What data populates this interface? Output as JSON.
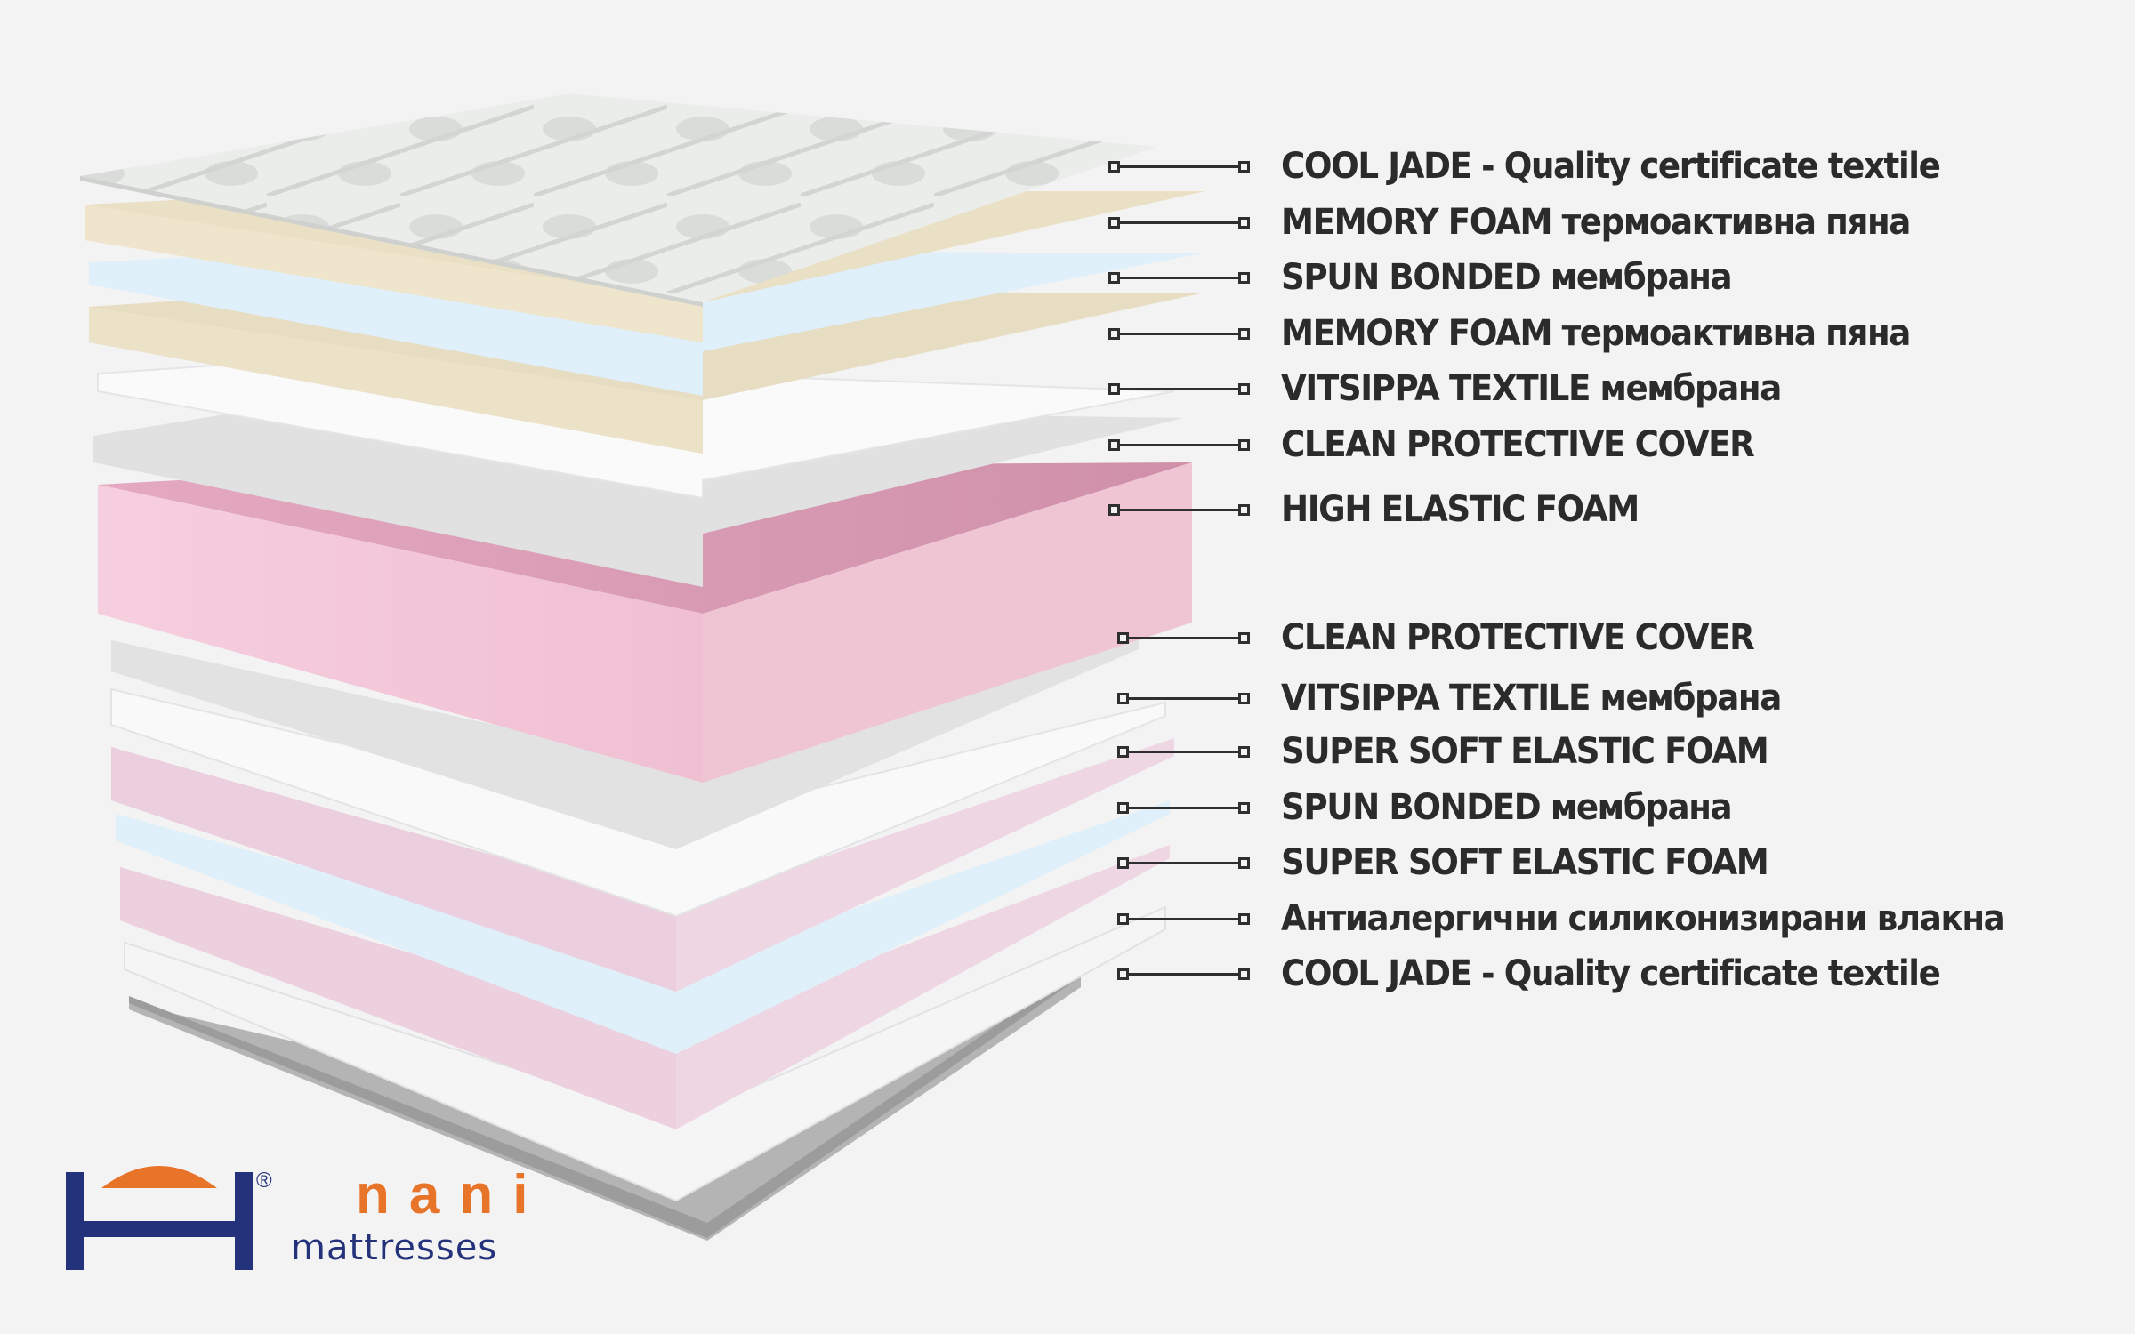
{
  "labels": [
    "COOL JADE - Quality certificate textile",
    "MEMORY FOAM термоактивна пяна",
    "SPUN BONDED мембрана",
    "MEMORY FOAM термоактивна пяна",
    "VITSIPPA TEXTILE мембрана",
    "CLEAN PROTECTIVE COVER",
    "HIGH ELASTIC FOAM",
    "CLEAN PROTECTIVE COVER",
    "VITSIPPA TEXTILE мембрана",
    "SUPER SOFT ELASTIC FOAM",
    "SPUN BONDED мембрана",
    "SUPER SOFT ELASTIC FOAM",
    "Антиалергични силиконизирани влакна",
    "COOL JADE - Quality certificate textile"
  ],
  "brand": {
    "name": "nani",
    "tagline": "mattresses",
    "registered": "®"
  },
  "colors": {
    "cool_jade": "#e9ebe9",
    "memory_foam": "#ece3cb",
    "spun_bonded": "#dfeffb",
    "vitsippa": "#f7f7f7",
    "clean_cover": "#e3e3e3",
    "high_elastic": "#f3c9d8",
    "super_soft": "#eed6e2",
    "fibers": "#f4f4f4",
    "base": "#bdbdbd",
    "brand_orange": "#e8742a",
    "brand_blue": "#23327a"
  }
}
